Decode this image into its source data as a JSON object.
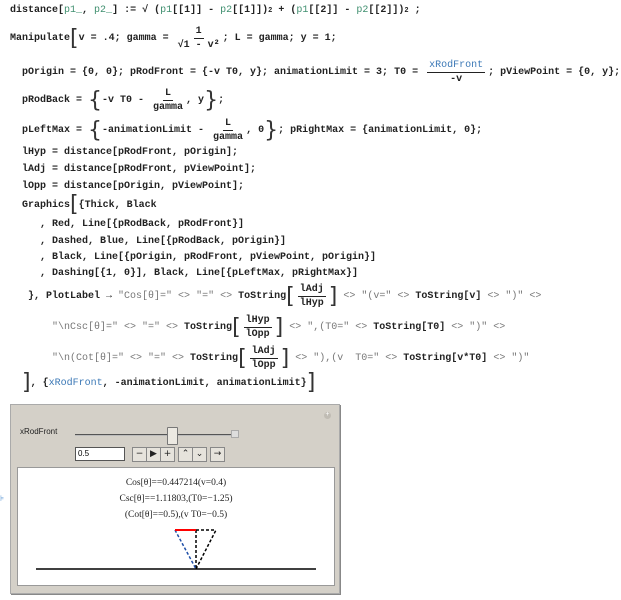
{
  "code": [
    [
      {
        "t": "distance["
      },
      {
        "t": "p1_",
        "s": "var"
      },
      {
        "t": ", "
      },
      {
        "t": "p2_",
        "s": "var"
      },
      {
        "t": "] := √ ("
      },
      {
        "t": "p1",
        "s": "var"
      },
      {
        "t": "[[1]] - "
      },
      {
        "t": "p2",
        "s": "var"
      },
      {
        "t": "[[1]])"
      },
      {
        "sup": "2"
      },
      {
        "t": " + ("
      },
      {
        "t": "p1",
        "s": "var"
      },
      {
        "t": "[[2]] - "
      },
      {
        "t": "p2",
        "s": "var"
      },
      {
        "t": "[[2]])"
      },
      {
        "sup": "2"
      },
      {
        "t": " ;"
      }
    ],
    [
      {
        "t": "Manipulate"
      },
      {
        "br": "["
      },
      {
        "t": "v = .4; gamma = "
      },
      {
        "num": "1",
        "den": "√1 - v²"
      },
      {
        "t": "; L = gamma; y = 1;"
      }
    ],
    [
      {
        "t": "  pOrigin = {0, 0}; pRodFront = {-v T0, y}; animationLimit = 3; T0 = "
      },
      {
        "num": "xRodFront",
        "numS": "ctl",
        "den": "-v"
      },
      {
        "t": "; pViewPoint = {0, y};"
      }
    ],
    [
      {
        "t": "  pRodBack = "
      },
      {
        "br": "{"
      },
      {
        "t": "-v T0 - "
      },
      {
        "num": "L",
        "den": "gamma"
      },
      {
        "t": ", y"
      },
      {
        "br": "}"
      },
      {
        "t": ";"
      }
    ],
    [
      {
        "t": "  pLeftMax = "
      },
      {
        "br": "{"
      },
      {
        "t": "-animationLimit - "
      },
      {
        "num": "L",
        "den": "gamma"
      },
      {
        "t": ", 0"
      },
      {
        "br": "}"
      },
      {
        "t": "; pRightMax = {animationLimit, 0};"
      }
    ],
    [
      {
        "t": "  lHyp = distance[pRodFront, pOrigin];"
      }
    ],
    [
      {
        "t": "  lAdj = distance[pRodFront, pViewPoint];"
      }
    ],
    [
      {
        "t": "  lOpp = distance[pOrigin, pViewPoint];"
      }
    ],
    [
      {
        "t": "  Graphics"
      },
      {
        "br": "["
      },
      {
        "t": "{Thick, Black"
      }
    ],
    [
      {
        "t": "     , Red, Line[{pRodBack, pRodFront}]"
      }
    ],
    [
      {
        "t": "     , Dashed, Blue, Line[{pRodBack, pOrigin}]"
      }
    ],
    [
      {
        "t": "     , Black, Line[{pOrigin, pRodFront, pViewPoint, pOrigin}]"
      }
    ],
    [
      {
        "t": "     , Dashing[{1, 0}], Black, Line[{pLeftMax, pRightMax}]"
      }
    ],
    [
      {
        "t": "   }, PlotLabel → "
      },
      {
        "t": "\"Cos[θ]=\"",
        "s": "str"
      },
      {
        "t": " <> ",
        "s": "str"
      },
      {
        "t": "\"=\"",
        "s": "str"
      },
      {
        "t": " <> ",
        "s": "str"
      },
      {
        "t": "ToString"
      },
      {
        "br": "["
      },
      {
        "num": "lAdj",
        "den": "lHyp"
      },
      {
        "br": "]"
      },
      {
        "t": " <> \"(v=\" <> ",
        "s": "str"
      },
      {
        "t": "ToString[v]"
      },
      {
        "t": " <> \")\" <>",
        "s": "str"
      }
    ],
    [
      {
        "t": "       "
      },
      {
        "t": "\"\\nCsc[θ]=\" <> \"=\" <> ",
        "s": "str"
      },
      {
        "t": "ToString"
      },
      {
        "br": "["
      },
      {
        "num": "lHyp",
        "den": "lOpp"
      },
      {
        "br": "]"
      },
      {
        "t": " <> \",(T0=\" <> ",
        "s": "str"
      },
      {
        "t": "ToString[T0]"
      },
      {
        "t": " <> \")\" <>",
        "s": "str"
      }
    ],
    [
      {
        "t": "       "
      },
      {
        "t": "\"\\n(Cot[θ]=\" <> \"=\" <> ",
        "s": "str"
      },
      {
        "t": "ToString"
      },
      {
        "br": "["
      },
      {
        "num": "lAdj",
        "den": "lOpp"
      },
      {
        "br": "]"
      },
      {
        "t": " <> \"),(v  T0=\" <> ",
        "s": "str"
      },
      {
        "t": "ToString[v*T0]"
      },
      {
        "t": " <> \")\"",
        "s": "str"
      }
    ],
    [
      {
        "t": "  "
      },
      {
        "br": "]"
      },
      {
        "t": ", {"
      },
      {
        "t": "xRodFront",
        "s": "ctl"
      },
      {
        "t": ", -animationLimit, animationLimit}"
      },
      {
        "br": "]"
      }
    ]
  ],
  "manipulate": {
    "control_label": "xRodFront",
    "slider_value": 0.5,
    "slider_min": -3,
    "slider_max": 3,
    "input_value": "0.5",
    "buttons": [
      "−",
      "▶",
      "+",
      "⌃",
      "⌄",
      "→"
    ],
    "corner_icon": "+",
    "plot_label": [
      "Cos[θ]==0.447214(v=0.4)",
      "Csc[θ]==1.11803,(T0=−1.25)",
      "(Cot[θ]==0.5),(v T0=−0.5)"
    ]
  },
  "colors": {
    "rod": "#ff0000",
    "dashed_blue": "#1f4fa8",
    "black": "#000000"
  }
}
